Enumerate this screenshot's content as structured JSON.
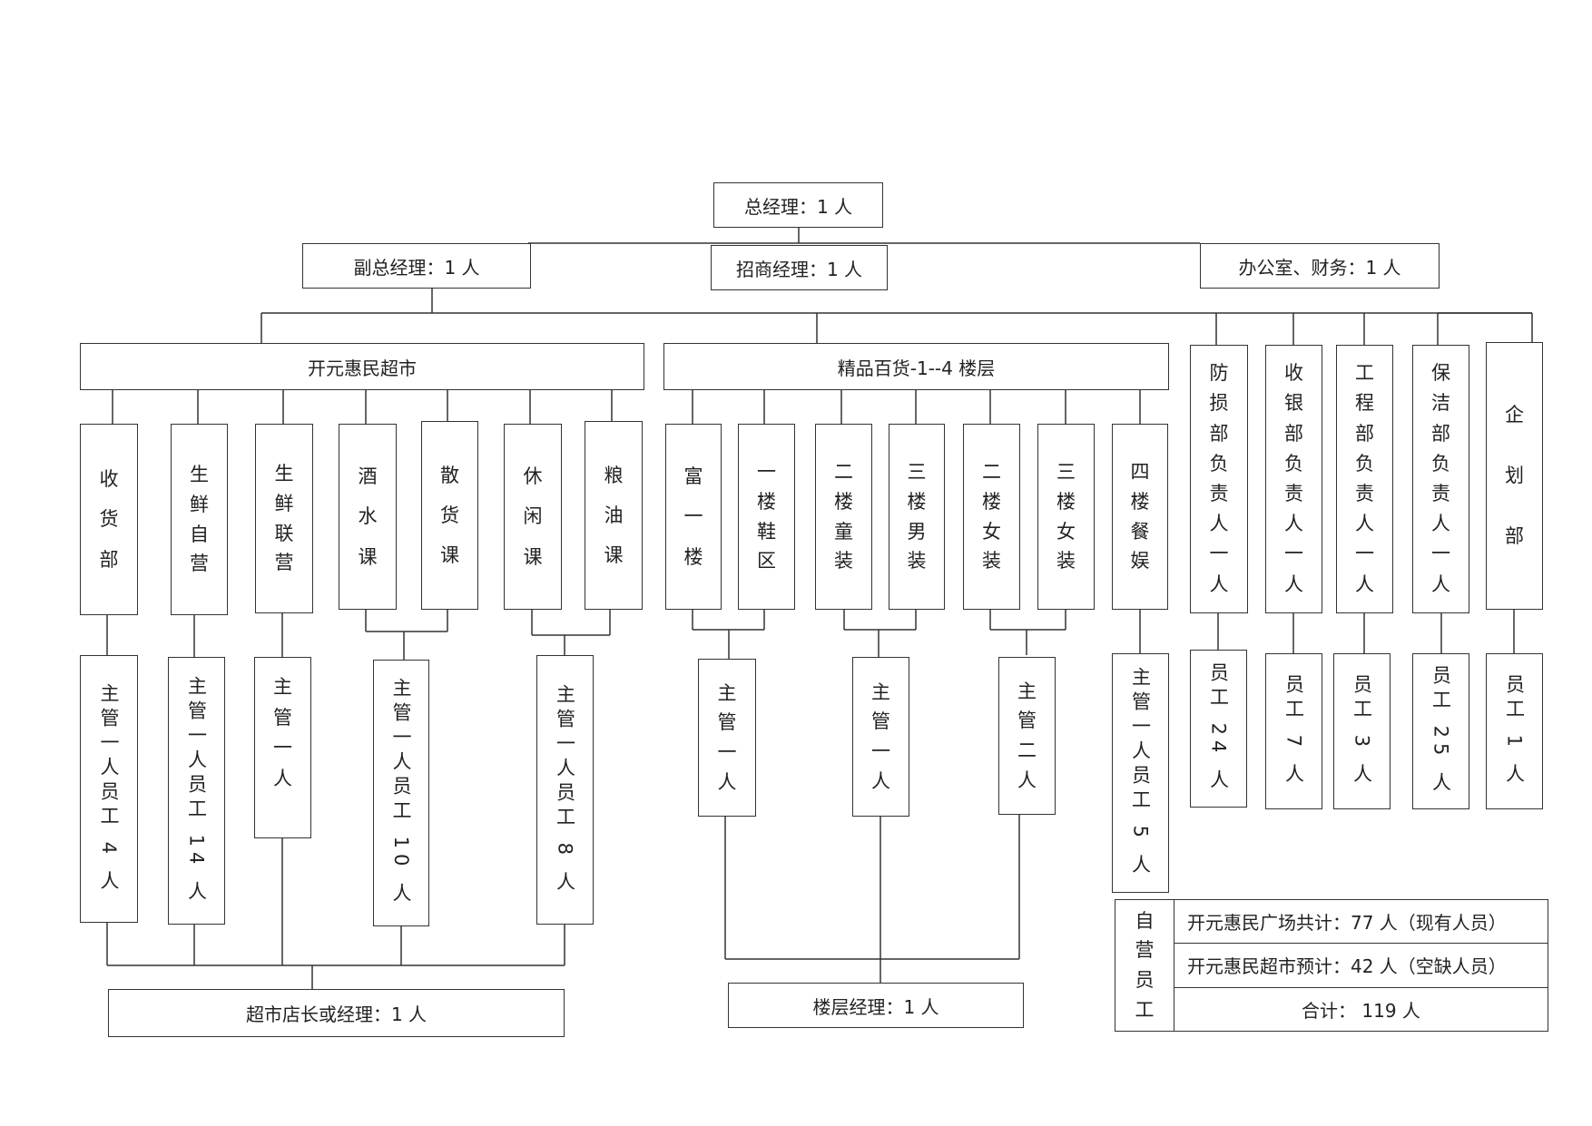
{
  "top": {
    "gm": "总经理：1 人",
    "deputy": "副总经理：1 人",
    "invest": "招商经理：1 人",
    "office": "办公室、财务：1 人"
  },
  "divisions": {
    "supermarket": "开元惠民超市",
    "department": "精品百货-1--4 楼层"
  },
  "supermarket_units": [
    "收货部",
    "生鲜自营",
    "生鲜联营",
    "酒水课",
    "散货课",
    "休闲课",
    "粮油课"
  ],
  "supermarket_staff": [
    "主管一人员工 4 人",
    "主管一人员工 14 人",
    "主管一人",
    "主管一人员工 10 人",
    "主管一人员工 8 人"
  ],
  "department_units": [
    "富一楼",
    "一楼鞋区",
    "二楼童装",
    "三楼男装",
    "二楼女装",
    "三楼女装",
    "四楼餐娱"
  ],
  "department_staff": [
    "主管一人",
    "主管一人",
    "主管二人",
    "主管一人员工 5 人"
  ],
  "side_depts": [
    {
      "name": "防损部负责人一人",
      "staff": "员工 24 人"
    },
    {
      "name": "收银部负责人一人",
      "staff": "员工 7 人"
    },
    {
      "name": "工程部负责人一人",
      "staff": "员工 3 人"
    },
    {
      "name": "保洁部负责人一人",
      "staff": "员工 25 人"
    },
    {
      "name": "企划部",
      "staff": "员工 1 人"
    }
  ],
  "managers": {
    "supermarket": "超市店长或经理：1 人",
    "floor": "楼层经理：1 人"
  },
  "summary": {
    "label": "自营员工",
    "total_now": "开元惠民广场共计：77 人（现有人员）",
    "vacant": "开元惠民超市预计：42 人（空缺人员）",
    "sum": "合计：  119 人"
  }
}
